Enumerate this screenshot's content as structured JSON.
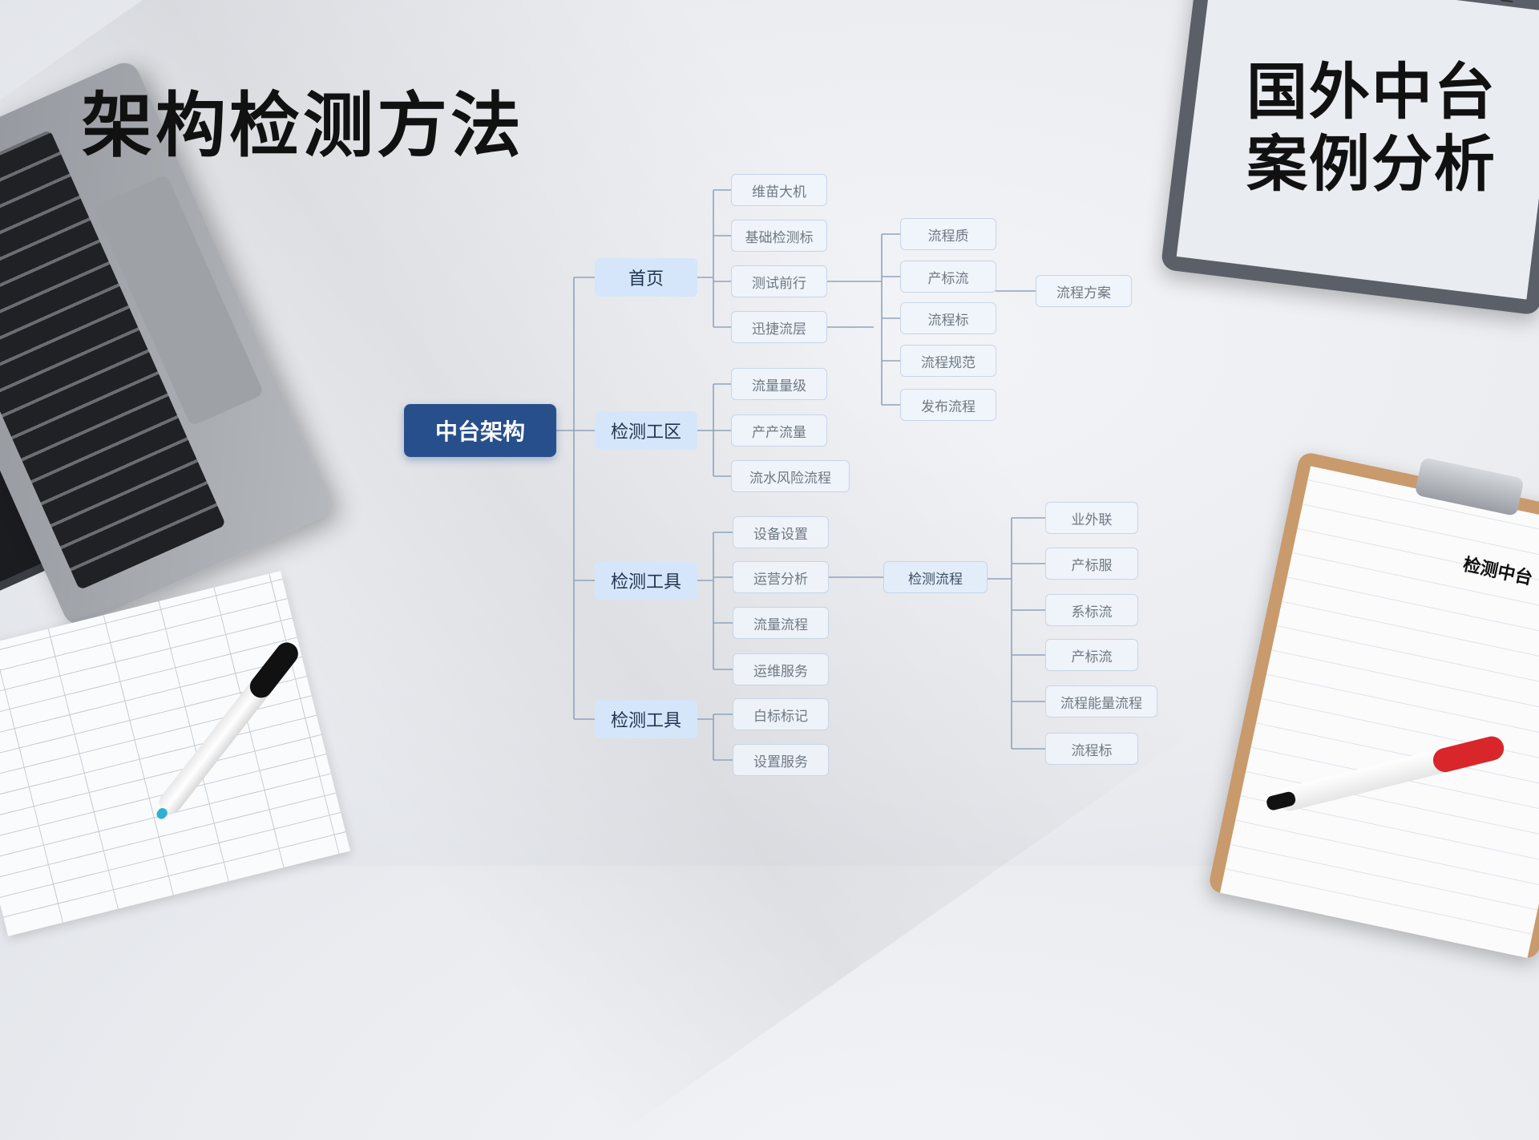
{
  "title": "架构检测方法",
  "notebook": {
    "line1": "国外中台",
    "line2": "案例分析"
  },
  "clipboard": {
    "title": "检测中台"
  },
  "mindmap": {
    "root": "中台架构",
    "branches": [
      {
        "label": "首页",
        "children": [
          "维苗大机",
          "基础检测标",
          "测试前行",
          "迅捷流层"
        ]
      },
      {
        "label": "检测工区",
        "children": [
          "流量量级",
          "产产流量",
          "流水风险流程"
        ]
      },
      {
        "label": "检测工具",
        "children": [
          "设备设置",
          "运营分析",
          "流量流程",
          "运维服务"
        ]
      },
      {
        "label": "检测工具",
        "children": [
          "白标标记",
          "设置服务"
        ]
      }
    ],
    "sub_a": {
      "items": [
        "流程质",
        "产标流",
        "流程标",
        "流程规范",
        "发布流程"
      ],
      "detail": "流程方案"
    },
    "sub_b": {
      "label": "检测流程",
      "items": [
        "业外联",
        "产标服",
        "系标流",
        "产标流",
        "流程能量流程",
        "流程标"
      ]
    }
  }
}
